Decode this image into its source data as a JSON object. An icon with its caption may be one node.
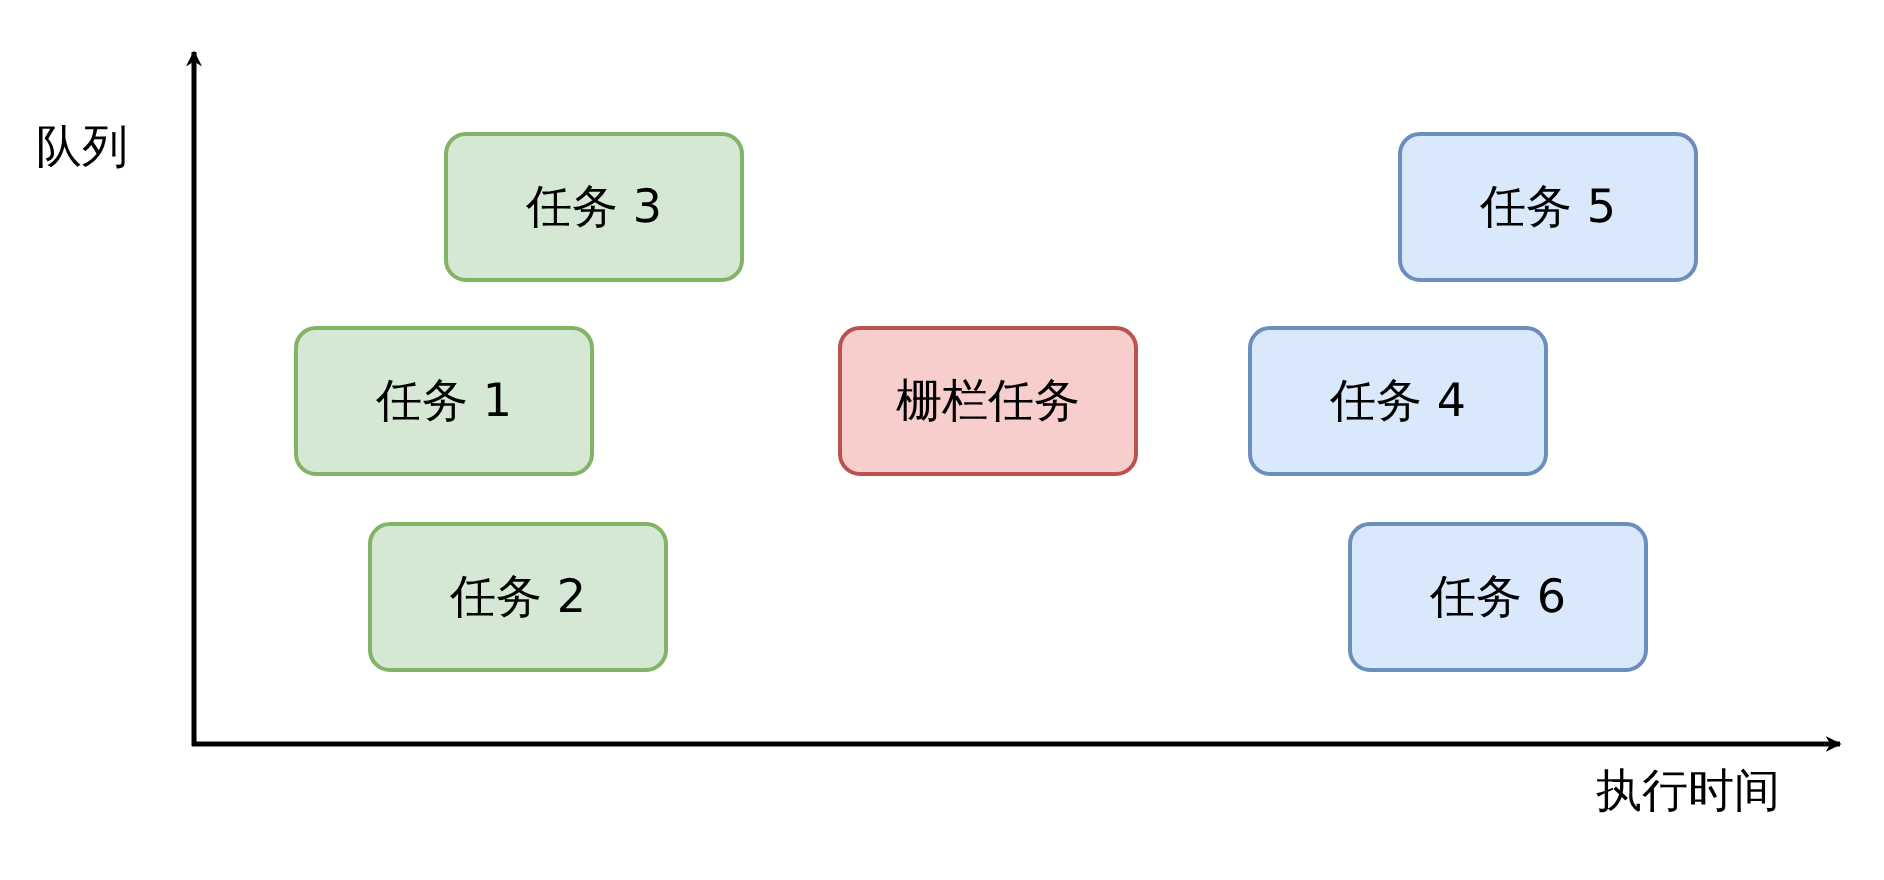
{
  "diagram": {
    "nodes": [
      {
        "text": [
          "任务 3"
        ]
      },
      {
        "text": [
          "任务 5"
        ]
      },
      {
        "text": [
          "任务 1"
        ]
      },
      {
        "text": [
          "栅栏任务"
        ]
      },
      {
        "text": [
          "任务 4"
        ]
      },
      {
        "text": [
          "任务 2"
        ]
      },
      {
        "text": [
          "任务 6"
        ]
      }
    ],
    "labels": [
      "队列",
      "执行时间"
    ]
  }
}
